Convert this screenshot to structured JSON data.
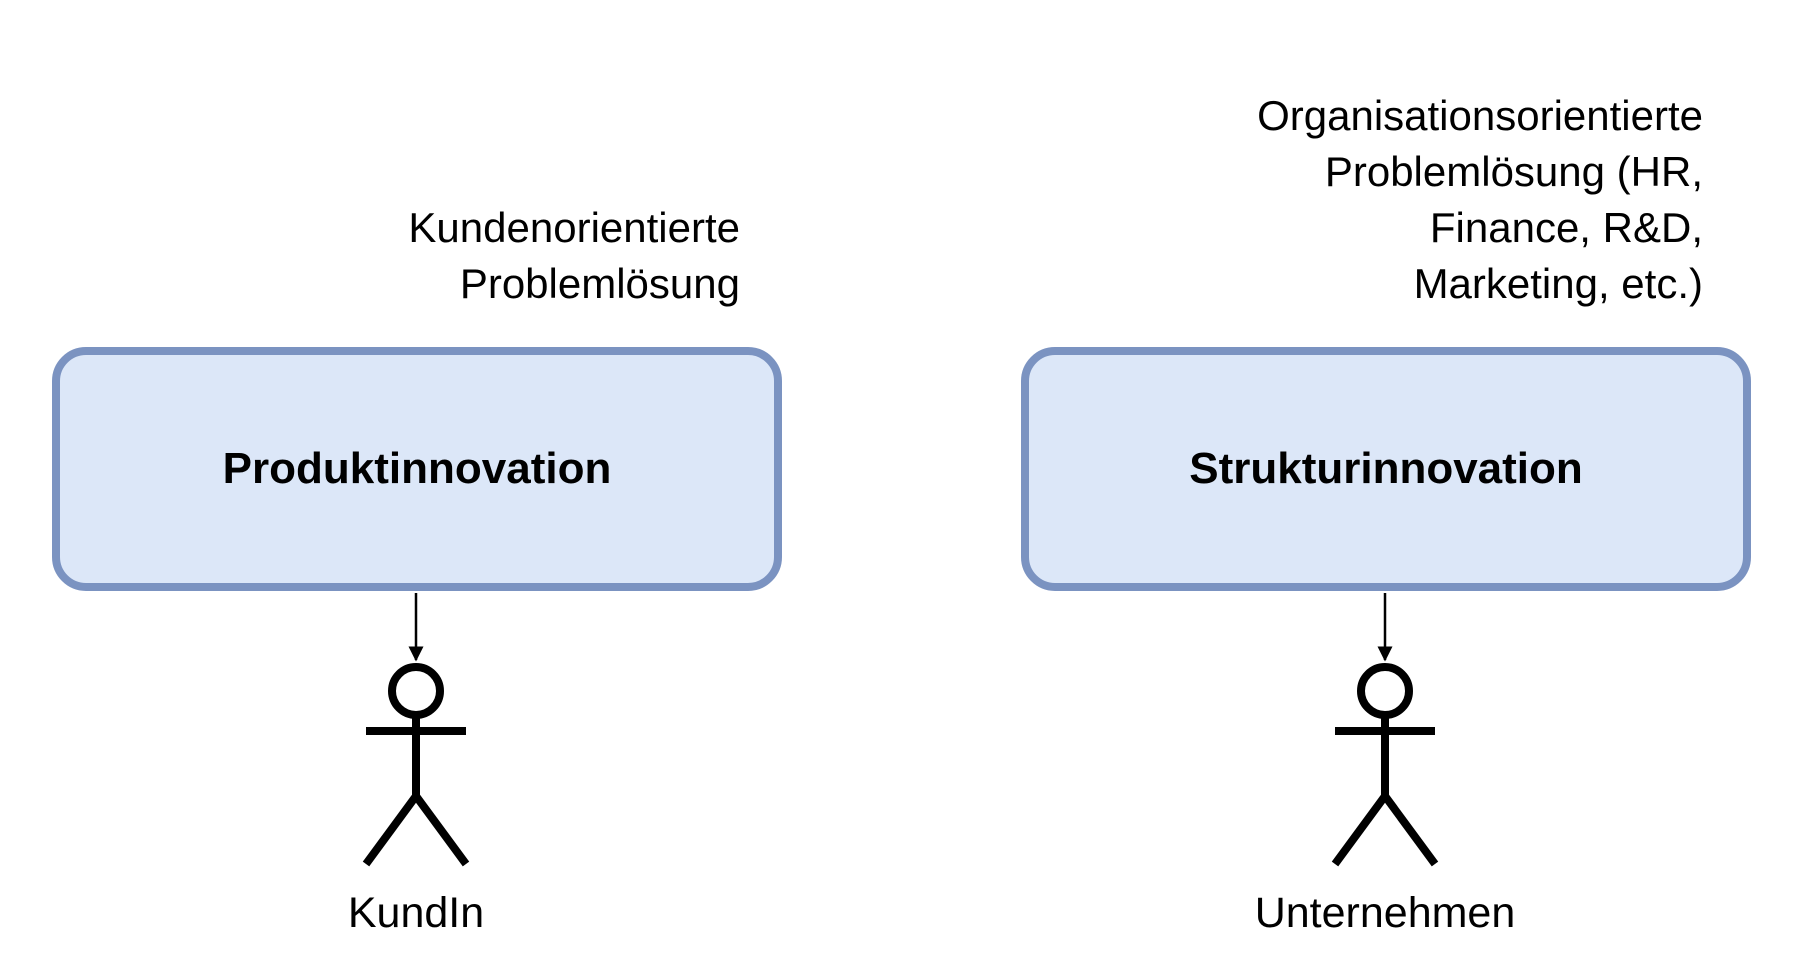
{
  "colors": {
    "box_fill": "#dce7f8",
    "box_stroke": "#7b93c1",
    "text": "#000000",
    "arrow": "#000000"
  },
  "left": {
    "annotation_lines": [
      "Kundenorientierte",
      "Problemlösung"
    ],
    "box_label": "Produktinnovation",
    "actor_label": "KundIn"
  },
  "right": {
    "annotation_lines": [
      "Organisationsorientierte",
      "Problemlösung (HR,",
      "Finance, R&D,",
      "Marketing, etc.)"
    ],
    "box_label": "Strukturinnovation",
    "actor_label": "Unternehmen"
  }
}
